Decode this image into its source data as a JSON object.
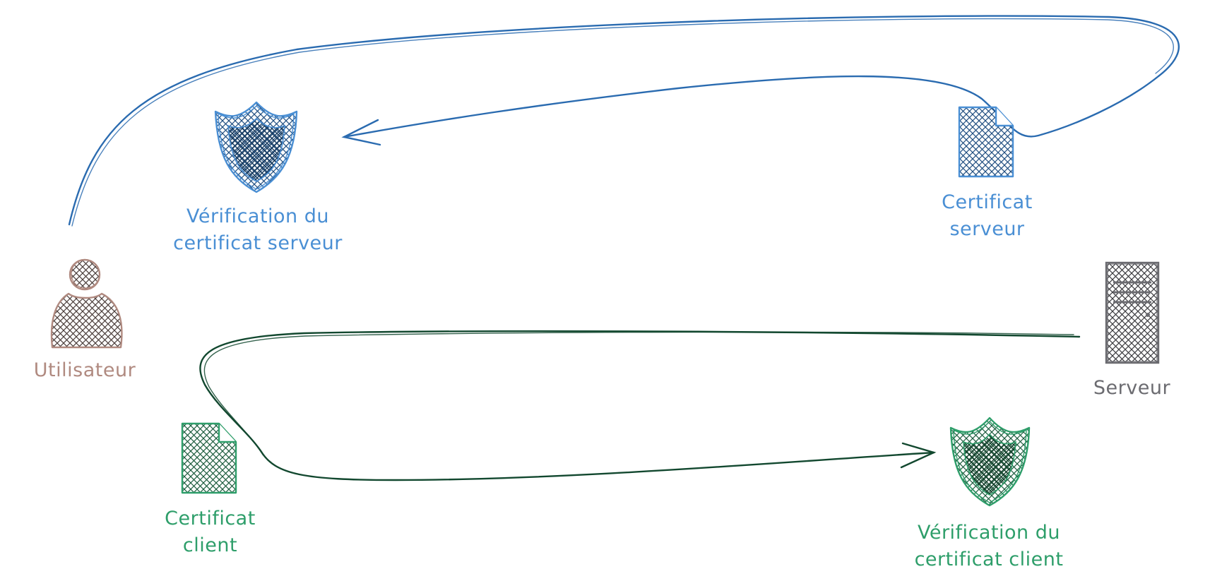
{
  "colors": {
    "user": "#b08a80",
    "server": "#6b6b70",
    "server_flow": "#4a8fd4",
    "server_arrow": "#2a6bb0",
    "client_flow": "#2e9e6a",
    "client_arrow": "#12482f"
  },
  "nodes": {
    "user": {
      "icon": "user-icon",
      "label": "Utilisateur"
    },
    "server": {
      "icon": "server-tower-icon",
      "label": "Serveur"
    },
    "server_certificate": {
      "icon": "certificate-document-icon",
      "line1": "Certificat",
      "line2": "serveur"
    },
    "server_cert_verification": {
      "icon": "shield-icon",
      "line1": "Vérification du",
      "line2": "certificat serveur"
    },
    "client_certificate": {
      "icon": "certificate-document-icon",
      "line1": "Certificat",
      "line2": "client"
    },
    "client_cert_verification": {
      "icon": "shield-icon",
      "line1": "Vérification du",
      "line2": "certificat client"
    }
  }
}
